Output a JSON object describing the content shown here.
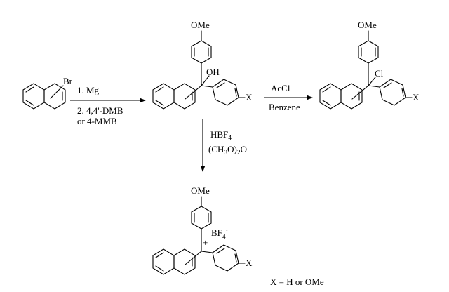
{
  "scheme": {
    "start_material": {
      "substituent": "Br"
    },
    "step1": {
      "reagent_1": "1. Mg",
      "reagent_2": "2. 4,4'-DMB",
      "reagent_3": "or 4-MMB"
    },
    "alcohol": {
      "top_group": "OMe",
      "center_group": "OH",
      "ring_group": "X"
    },
    "step2": {
      "reagent": "AcCl",
      "solvent": "Benzene"
    },
    "chloride": {
      "top_group": "OMe",
      "center_group": "Cl",
      "ring_group": "X"
    },
    "step3": {
      "reagent_main": "HBF",
      "reagent_sub": "4",
      "solvent_pre": "(CH",
      "solvent_sub1": "3",
      "solvent_mid": "O)",
      "solvent_sub2": "2",
      "solvent_post": "O"
    },
    "cation": {
      "top_group": "OMe",
      "charge": "+",
      "counterion_main": "BF",
      "counterion_sub": "4",
      "counterion_sup": "-",
      "ring_group": "X"
    },
    "footnote": "X = H or OMe"
  }
}
